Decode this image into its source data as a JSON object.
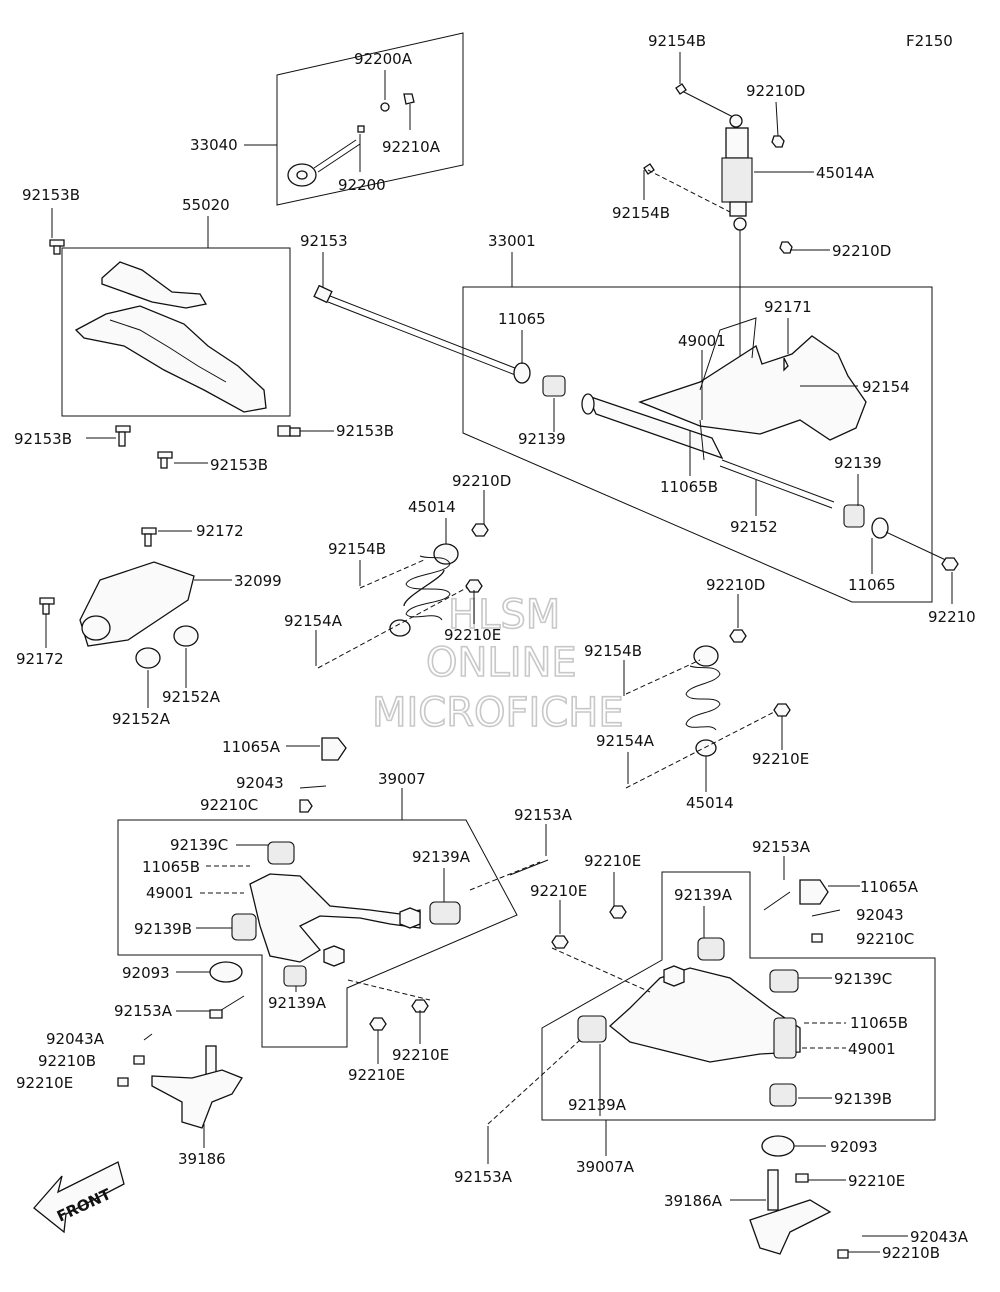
{
  "diagram": {
    "code": "F2150",
    "front_label": "FRONT",
    "watermark": [
      "HLSM",
      "ONLINE",
      "MICROFICHE"
    ],
    "labels": {
      "p92154B_1": "92154B",
      "p92210D_1": "92210D",
      "p45014A": "45014A",
      "p92154B_2": "92154B",
      "p92210D_2": "92210D",
      "p92200A": "92200A",
      "p33040": "33040",
      "p92210A": "92210A",
      "p92200": "92200",
      "p92153B_1": "92153B",
      "p55020": "55020",
      "p92153": "92153",
      "p33001": "33001",
      "p11065_1": "11065",
      "p92171": "92171",
      "p49001_1": "49001",
      "p92154": "92154",
      "p92139_1": "92139",
      "p11065B_1": "11065B",
      "p92139_2": "92139",
      "p92152": "92152",
      "p11065_2": "11065",
      "p92210": "92210",
      "p92153B_2": "92153B",
      "p92153B_3": "92153B",
      "p92153B_4": "92153B",
      "p92210D_3": "92210D",
      "p45014_1": "45014",
      "p92172_1": "92172",
      "p92154B_3": "92154B",
      "p32099": "32099",
      "p92154A_1": "92154A",
      "p92210E_1": "92210E",
      "p92172_2": "92172",
      "p92152A_1": "92152A",
      "p92152A_2": "92152A",
      "p92210D_4": "92210D",
      "p92154B_4": "92154B",
      "p92154A_2": "92154A",
      "p92210E_2": "92210E",
      "p45014_2": "45014",
      "p11065A_1": "11065A",
      "p92043_1": "92043",
      "p92210C_1": "92210C",
      "p39007": "39007",
      "p92153A_1": "92153A",
      "p92139C_1": "92139C",
      "p11065B_2": "11065B",
      "p49001_2": "49001",
      "p92139B_1": "92139B",
      "p92139A_1": "92139A",
      "p92093_1": "92093",
      "p92153A_2": "92153A",
      "p92043A_1": "92043A",
      "p92210B_1": "92210B",
      "p92210E_3": "92210E",
      "p92139A_2": "92139A",
      "p92210E_4": "92210E",
      "p92210E_5": "92210E",
      "p39186": "39186",
      "p92210E_6": "92210E",
      "p92210E_7": "92210E",
      "p92139A_3": "92139A",
      "p92153A_3": "92153A",
      "p11065A_2": "11065A",
      "p92043_2": "92043",
      "p92210C_2": "92210C",
      "p92139C_2": "92139C",
      "p11065B_3": "11065B",
      "p49001_3": "49001",
      "p92139A_4": "92139A",
      "p92139B_2": "92139B",
      "p92153A_4": "92153A",
      "p39007A": "39007A",
      "p92093_2": "92093",
      "p92210E_8": "92210E",
      "p39186A": "39186A",
      "p92043A_2": "92043A",
      "p92210B_2": "92210B"
    }
  }
}
